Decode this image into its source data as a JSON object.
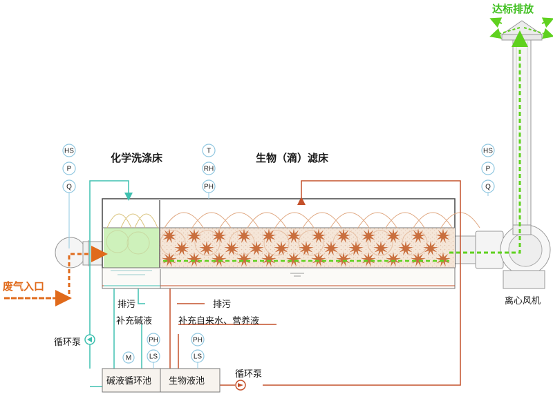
{
  "labels": {
    "chemical_bed": "化学洗涤床",
    "bio_bed": "生物（滴）滤床",
    "inlet": "废气入口",
    "outlet": "达标排放",
    "fan": "离心风机",
    "drain_left": "排污",
    "drain_right": "排污",
    "add_alkali": "补充碱液",
    "add_water_nutrient": "补充自来水、营养液",
    "pump_left": "循环泵",
    "pump_right": "循环泵",
    "alkali_tank": "碱液循环池",
    "bio_tank": "生物液池"
  },
  "instruments": {
    "inlet": [
      "HS",
      "P",
      "Q"
    ],
    "bed": [
      "T",
      "RH",
      "PH"
    ],
    "outlet": [
      "HS",
      "P",
      "Q"
    ],
    "alkali_tank": [
      "PH",
      "LS"
    ],
    "alkali_mixer": "M",
    "bio_tank": [
      "PH",
      "LS"
    ]
  },
  "colors": {
    "gas_inlet": "#e06a1b",
    "gas_outlet": "#5fd11f",
    "alkali_loop": "#3fc0b0",
    "bio_loop": "#c4502a",
    "media": "#f3e2d4",
    "star": "#c4622e",
    "chem_zone": "#c9f0b4"
  }
}
